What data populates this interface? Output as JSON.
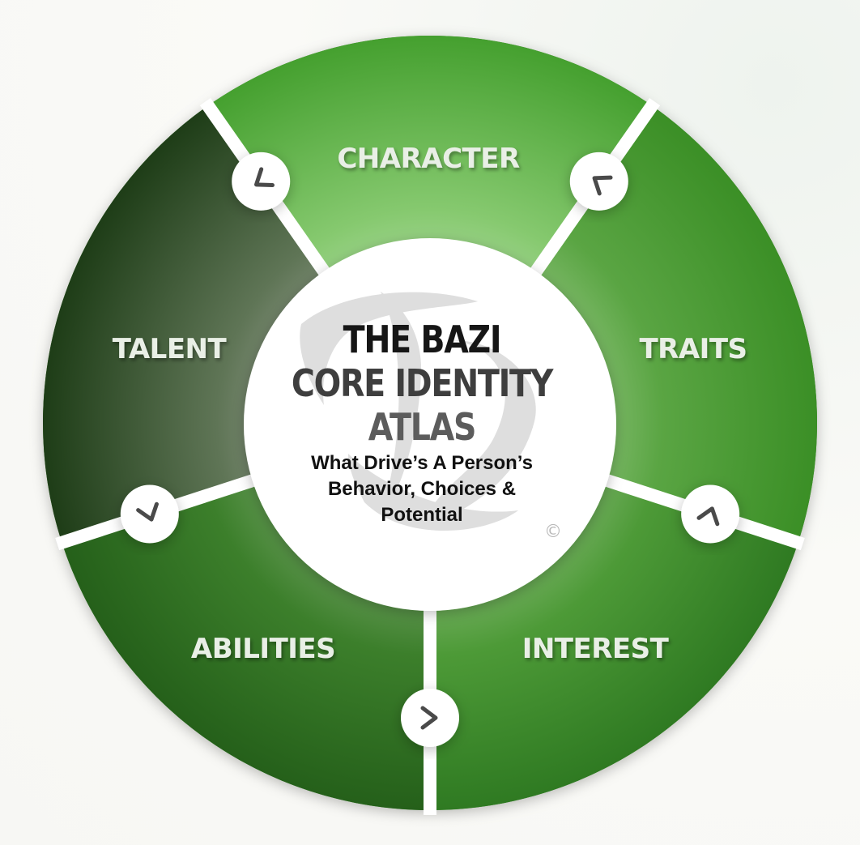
{
  "diagram": {
    "segments": [
      {
        "label": "CHARACTER"
      },
      {
        "label": "TRAITS"
      },
      {
        "label": "INTEREST"
      },
      {
        "label": "ABILITIES"
      },
      {
        "label": "TALENT"
      }
    ],
    "center": {
      "title_line1": "THE BAZI",
      "title_line2": "CORE IDENTITY",
      "title_line3": "ATLAS",
      "subtitle_line1": "What Drive’s A Person’s",
      "subtitle_line2": "Behavior, Choices &",
      "subtitle_line3": "Potential",
      "copyright": "©"
    },
    "connector_icon": "chevron-icon",
    "watermark": "decorative-brush-logo",
    "colors": {
      "segment_green": "#3f8f2c",
      "segment_green_light": "#a9d79c",
      "segment_green_dark": "#1f4a16",
      "divider": "#ffffff",
      "center_disc": "#ffffff"
    }
  }
}
